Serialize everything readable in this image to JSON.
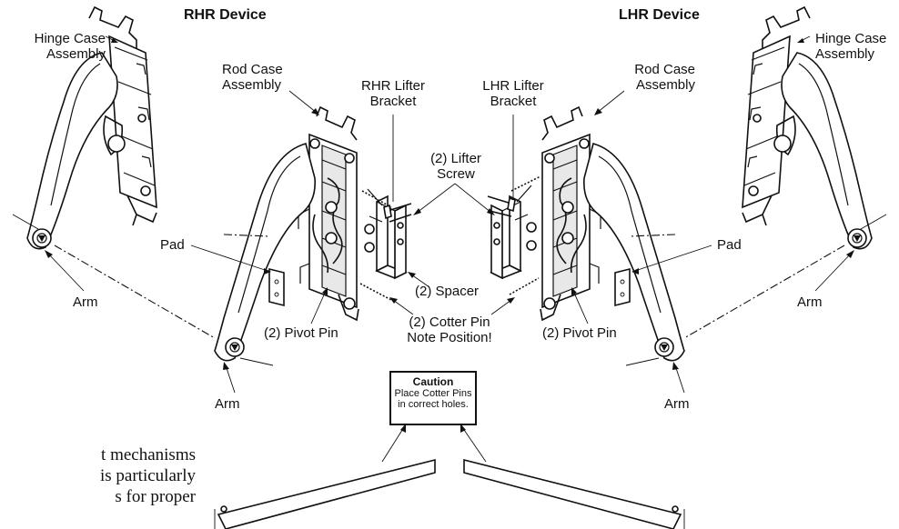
{
  "headings": {
    "rhr": "RHR Device",
    "lhr": "LHR Device"
  },
  "labels": {
    "hinge_case_left": [
      "Hinge Case",
      "Assembly"
    ],
    "hinge_case_right": [
      "Hinge Case",
      "Assembly"
    ],
    "rod_case_left": [
      "Rod Case",
      "Assembly"
    ],
    "rod_case_right": [
      "Rod Case",
      "Assembly"
    ],
    "rhr_lifter_bracket": [
      "RHR Lifter",
      "Bracket"
    ],
    "lhr_lifter_bracket": [
      "LHR Lifter",
      "Bracket"
    ],
    "lifter_screw": [
      "(2) Lifter",
      "Screw"
    ],
    "pad_left": "Pad",
    "pad_right": "Pad",
    "arm_left_upper": "Arm",
    "arm_left_lower": "Arm",
    "arm_right_upper": "Arm",
    "arm_right_lower": "Arm",
    "spacer": "(2) Spacer",
    "pivot_pin_left": "(2) Pivot Pin",
    "pivot_pin_right": "(2) Pivot Pin",
    "cotter_pin": [
      "(2) Cotter Pin",
      "Note Position!"
    ]
  },
  "caution": {
    "title": "Caution",
    "lines": [
      "Place Cotter Pins",
      "in correct holes."
    ]
  },
  "body_text": [
    "t mechanisms",
    "is particularly",
    "s for proper"
  ]
}
